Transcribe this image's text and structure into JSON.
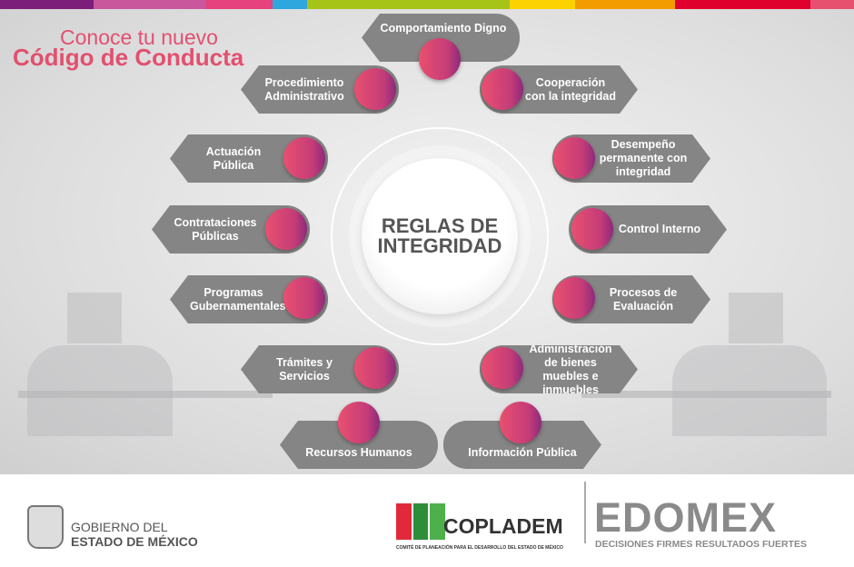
{
  "header": {
    "line1": "Conoce tu nuevo",
    "line2": "Código de Conducta"
  },
  "colors": {
    "stripe": [
      "#7c1f7a",
      "#c9579b",
      "#e5427e",
      "#2ea6de",
      "#a6c418",
      "#fcd200",
      "#f39c00",
      "#e0002e",
      "#e85070"
    ],
    "accent": "#e2506f",
    "pill": "#858585"
  },
  "center": {
    "line1": "REGLAS DE",
    "line2": "INTEGRIDAD"
  },
  "rules": [
    {
      "label": "Comportamiento Digno"
    },
    {
      "label": "Procedimiento Administrativo"
    },
    {
      "label": "Cooperación con la integridad"
    },
    {
      "label": "Actuación Pública"
    },
    {
      "label": "Desempeño permanente con integridad"
    },
    {
      "label": "Contrataciones Públicas"
    },
    {
      "label": "Control Interno"
    },
    {
      "label": "Programas Gubernamentales"
    },
    {
      "label": "Procesos de Evaluación"
    },
    {
      "label": "Trámites y Servicios"
    },
    {
      "label": "Administración de bienes muebles e inmuebles"
    },
    {
      "label": "Recursos Humanos"
    },
    {
      "label": "Información Pública"
    }
  ],
  "footer": {
    "gob_line1": "GOBIERNO DEL",
    "gob_line2": "ESTADO DE MÉXICO",
    "copladem": "COPLADEM",
    "copladem_sub": "COMITÉ DE PLANEACIÓN PARA EL DESARROLLO DEL ESTADO DE MÉXICO",
    "edomex": "EDOMEX",
    "edomex_tagline": "DECISIONES FIRMES  RESULTADOS FUERTES"
  }
}
